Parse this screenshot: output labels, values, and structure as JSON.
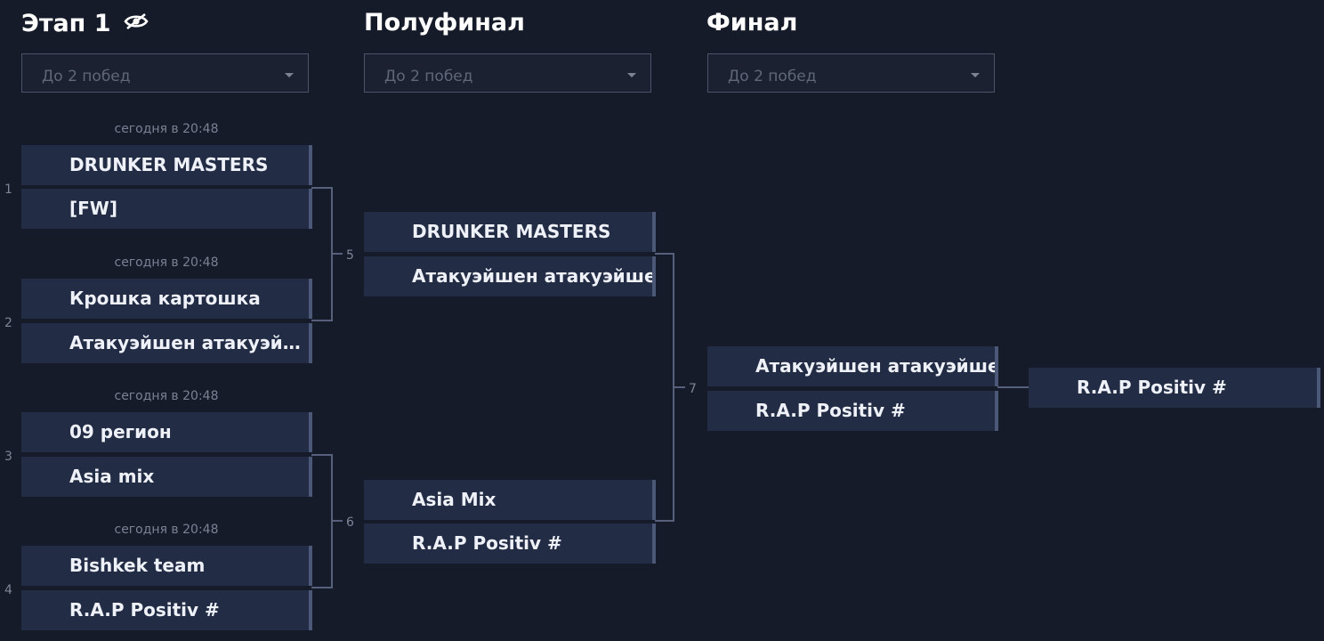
{
  "rounds": [
    {
      "title": "Этап 1",
      "format": "До 2 побед",
      "icon": "eye-slash-icon"
    },
    {
      "title": "Полуфинал",
      "format": "До 2 побед"
    },
    {
      "title": "Финал",
      "format": "До 2 побед"
    }
  ],
  "round1": {
    "matches": [
      {
        "num": "1",
        "time": "сегодня в 20:48",
        "team1": "DRUNKER MASTERS",
        "team2": "[FW]"
      },
      {
        "num": "2",
        "time": "сегодня в 20:48",
        "team1": "Крошка картошка",
        "team2": "Атакуэйшен атакуэйшен"
      },
      {
        "num": "3",
        "time": "сегодня в 20:48",
        "team1": "09 регион",
        "team2": "Asia mix"
      },
      {
        "num": "4",
        "time": "сегодня в 20:48",
        "team1": "Bishkek team",
        "team2": "R.A.P Positiv #"
      }
    ]
  },
  "semifinal": {
    "matches": [
      {
        "num": "5",
        "team1": "DRUNKER MASTERS",
        "team2": "Атакуэйшен атакуэйшен"
      },
      {
        "num": "6",
        "team1": "Asia Mix",
        "team2": "R.A.P Positiv #"
      }
    ]
  },
  "final": {
    "match": {
      "num": "7",
      "team1": "Атакуэйшен атакуэйшен",
      "team2": "R.A.P Positiv #"
    },
    "winner": "R.A.P Positiv #"
  },
  "colors": {
    "background": "#151b29",
    "slot": "#232c45",
    "slot_edge": "#4b5878",
    "connector": "#56607a"
  }
}
